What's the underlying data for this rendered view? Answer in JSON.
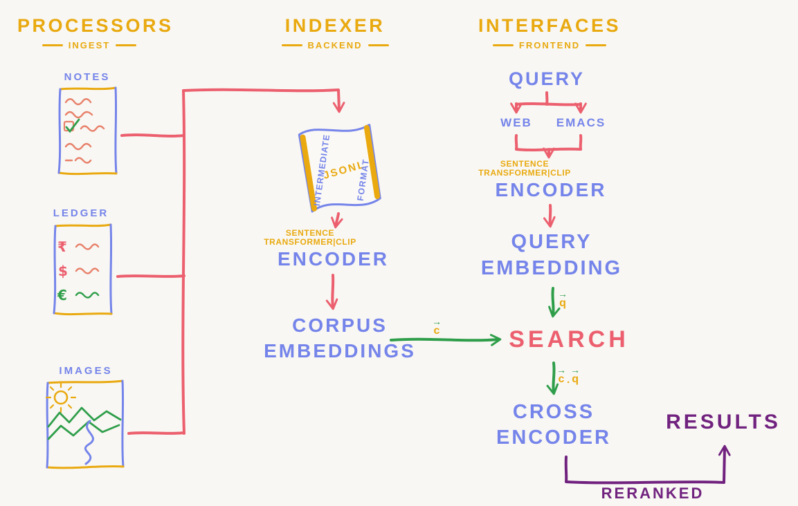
{
  "palette": {
    "bg": "#f8f7f3",
    "gold": "#e9a90f",
    "blue": "#7584ea",
    "red": "#ec5f6e",
    "green": "#2f9e4a",
    "purple": "#71227f",
    "orange": "#e8806a"
  },
  "headers": {
    "processors": {
      "title": "PROCESSORS",
      "subtitle": "INGEST"
    },
    "indexer": {
      "title": "INDEXER",
      "subtitle": "BACKEND"
    },
    "interfaces": {
      "title": "INTERFACES",
      "subtitle": "FRONTEND"
    }
  },
  "processors": {
    "notes": {
      "label": "NOTES"
    },
    "ledger": {
      "label": "LEDGER",
      "currencies": [
        "₹",
        "$",
        "€"
      ]
    },
    "images": {
      "label": "IMAGES"
    }
  },
  "indexer": {
    "scroll": {
      "left_text": "INTERMEDIATE",
      "center_text": "JSONL",
      "right_text": "FORMAT"
    },
    "model": {
      "line1": "SENTENCE",
      "line2": "TRANSFORMER|CLIP"
    },
    "encoder": "ENCODER",
    "corpus": {
      "line1": "CORPUS",
      "line2": "EMBEDDINGS"
    }
  },
  "interfaces": {
    "query": "QUERY",
    "clients": [
      "WEB",
      "EMACS"
    ],
    "model": {
      "line1": "SENTENCE",
      "line2": "TRANSFORMER|CLIP"
    },
    "encoder": "ENCODER",
    "query_embedding": {
      "line1": "QUERY",
      "line2": "EMBEDDING"
    },
    "search": "SEARCH",
    "cross_encoder": {
      "line1": "CROSS",
      "line2": "ENCODER"
    },
    "results": "RESULTS",
    "reranked": "RERANKED"
  },
  "vectors": {
    "arrow": "→",
    "c": "c",
    "q": "q",
    "dot": "."
  }
}
